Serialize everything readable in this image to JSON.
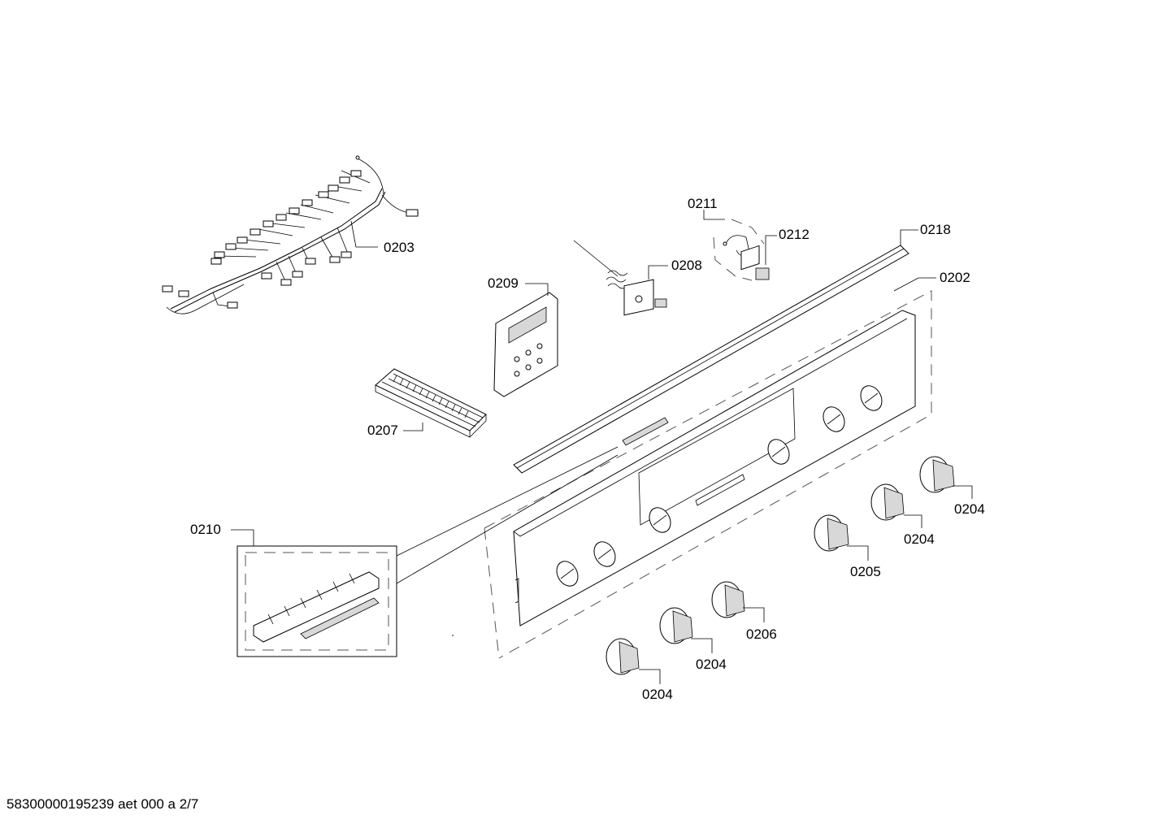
{
  "labels": {
    "l0203": "0203",
    "l0211": "0211",
    "l0212": "0212",
    "l0218": "0218",
    "l0208": "0208",
    "l0209": "0209",
    "l0202": "0202",
    "l0207": "0207",
    "l0210": "0210",
    "l0204a": "0204",
    "l0204b": "0204",
    "l0205": "0205",
    "l0206": "0206",
    "l0204c": "0204",
    "l0204d": "0204"
  },
  "footer": "58300000195239 aet 000 a 2/7"
}
